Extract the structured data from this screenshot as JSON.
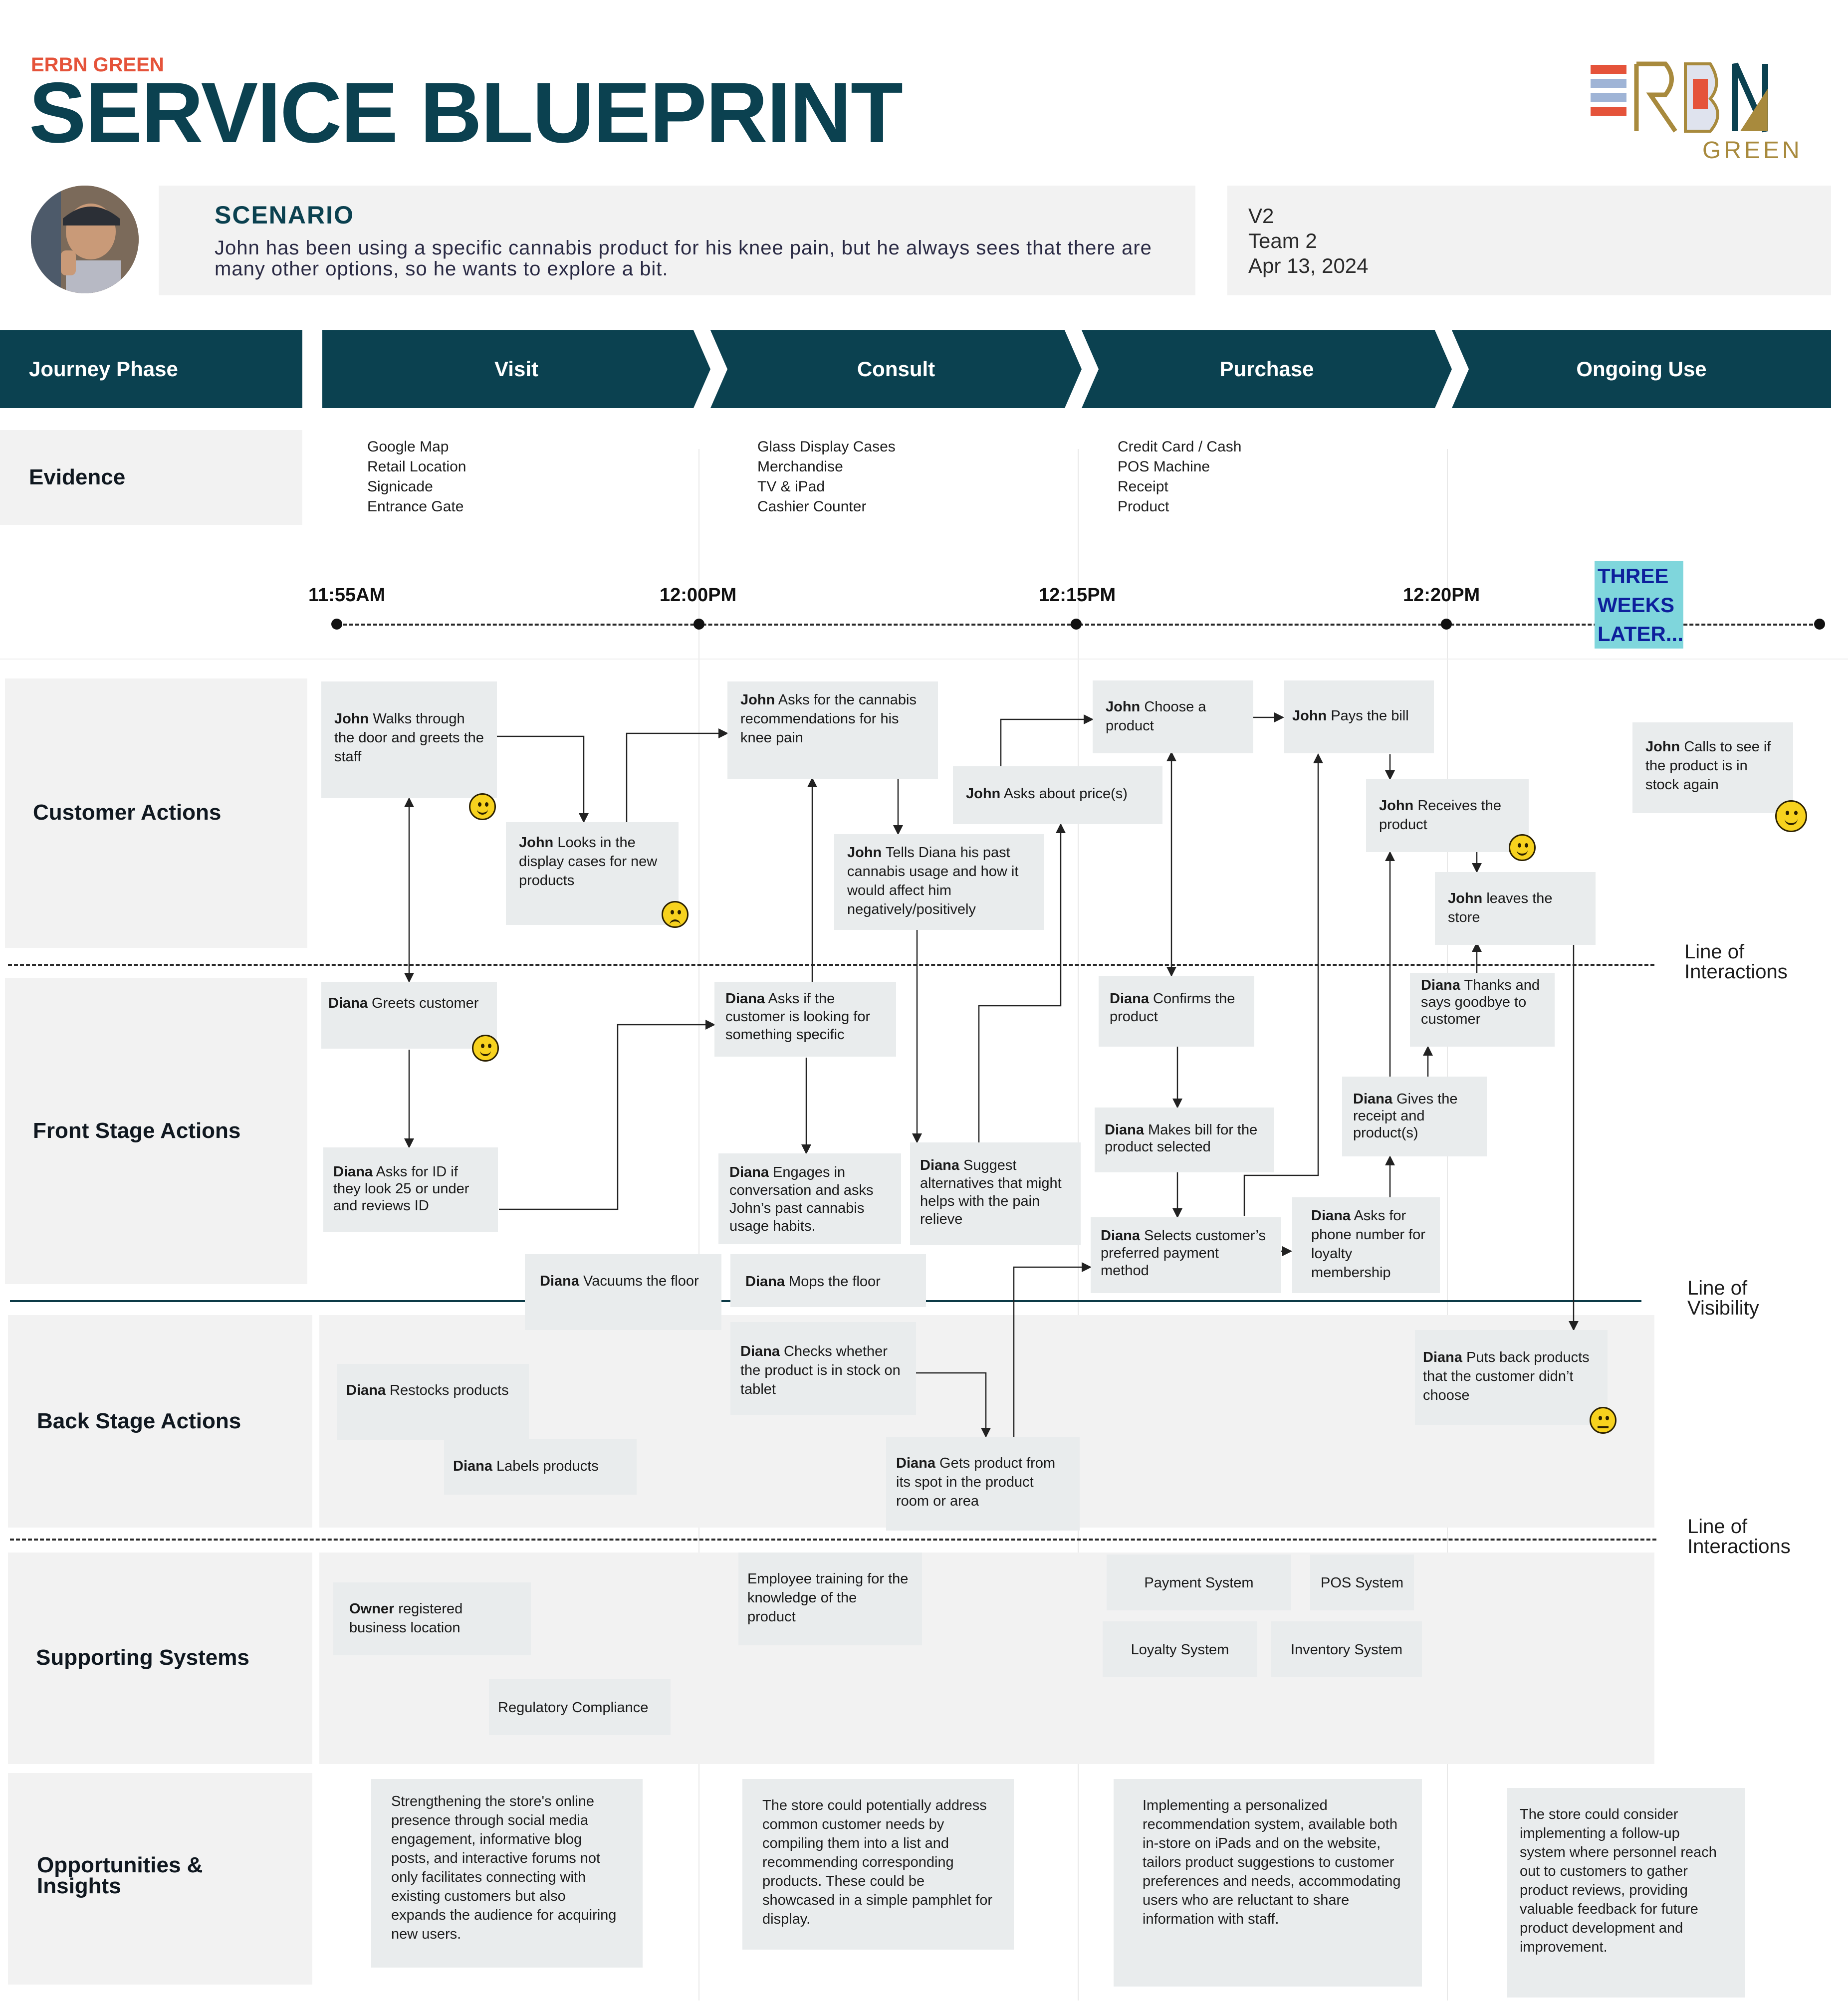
{
  "header": {
    "brand": "ERBN GREEN",
    "title": "SERVICE BLUEPRINT",
    "logo_text": "ERBN",
    "logo_sub": "GREEN"
  },
  "scenario": {
    "heading": "SCENARIO",
    "text": "John has been using a specific cannabis product for his knee pain, but he always sees that there are many other options, so he wants to explore a bit."
  },
  "meta": {
    "version": "V2",
    "team": "Team 2",
    "date": "Apr 13, 2024"
  },
  "phases": {
    "label": "Journey Phase",
    "visit": "Visit",
    "consult": "Consult",
    "purchase": "Purchase",
    "ongoing": "Ongoing Use"
  },
  "evidence": {
    "label": "Evidence",
    "visit": "Google Map\nRetail Location\nSignicade\nEntrance Gate",
    "consult": "Glass Display Cases\nMerchandise\nTV & iPad\nCashier Counter",
    "purchase": "Credit Card / Cash\nPOS Machine\nReceipt\nProduct"
  },
  "timeline": {
    "t1": "11:55AM",
    "t2": "12:00PM",
    "t3": "12:15PM",
    "t4": "12:20PM",
    "sticker": "THREE WEEKS LATER..."
  },
  "rows": {
    "customer": "Customer Actions",
    "front": "Front Stage Actions",
    "back": "Back Stage Actions",
    "support": "Supporting Systems",
    "opps": "Opportunities & Insights"
  },
  "lines": {
    "interactions": "Line of Interactions",
    "visibility": "Line of Visibility",
    "internal": "Line of Interactions"
  },
  "customer_actions": {
    "walks_actor": "John",
    "walks": " Walks through the door and greets the staff",
    "looks_actor": "John",
    "looks": " Looks in the display cases for new products",
    "asks_rec_actor": "John",
    "asks_rec": " Asks for the cannabis recommendations for his knee pain",
    "tells_actor": "John",
    "tells": " Tells Diana his past cannabis usage and how it would affect him negatively/positively",
    "price_actor": "John",
    "price": " Asks about price(s)",
    "choose_actor": "John",
    "choose": " Choose a product",
    "pays_actor": "John",
    "pays": " Pays the bill",
    "receives_actor": "John",
    "receives": " Receives the product",
    "leaves_actor": "John",
    "leaves": " leaves the store",
    "calls_actor": "John",
    "calls": " Calls to see if the product is in stock again"
  },
  "front_actions": {
    "greets_actor": "Diana",
    "greets": " Greets customer",
    "id_actor": "Diana",
    "id": " Asks for ID if they look 25 or under and reviews ID",
    "looking_actor": "Diana",
    "looking": " Asks if the customer is looking for something specific",
    "engages_actor": "Diana",
    "engages": " Engages in conversation and asks John’s past cannabis usage habits.",
    "suggest_actor": "Diana",
    "suggest": " Suggest alternatives that might helps with the pain relieve",
    "confirms_actor": "Diana",
    "confirms": " Confirms the product",
    "bill_actor": "Diana",
    "bill": " Makes bill for the product selected",
    "payment_actor": "Diana",
    "payment": " Selects customer’s preferred payment method",
    "phone_actor": "Diana",
    "phone": " Asks for phone number for loyalty membership",
    "receipt_actor": "Diana",
    "receipt": " Gives the receipt and product(s)",
    "thanks_actor": "Diana",
    "thanks": " Thanks and says goodbye to customer",
    "vacuum_actor": "Diana",
    "vacuum": " Vacuums the floor",
    "mops_actor": "Diana",
    "mops": " Mops the floor"
  },
  "back_actions": {
    "restocks_actor": "Diana",
    "restocks": " Restocks products",
    "labels_actor": "Diana",
    "labels": " Labels products",
    "checks_actor": "Diana",
    "checks": " Checks whether the product is in stock on tablet",
    "gets_actor": "Diana",
    "gets": " Gets product from its spot in the product room or area",
    "putsback_actor": "Diana",
    "putsback": " Puts back products that the customer didn’t choose"
  },
  "support": {
    "owner_actor": "Owner",
    "owner": " registered business location",
    "regulatory": "Regulatory Compliance",
    "training": "Employee training for the knowledge of the product",
    "payment": "Payment System",
    "pos": "POS System",
    "loyalty": "Loyalty System",
    "inventory": "Inventory System"
  },
  "opportunities": {
    "o1": "Strengthening the store's online presence through social media engagement, informative blog posts, and interactive forums not only facilitates connecting with existing customers but also expands the audience for acquiring new users.",
    "o2": "The store could potentially address common customer needs by compiling them into a list and recommending corresponding products. These could be showcased in a simple pamphlet for display.",
    "o3": "Implementing a personalized recommendation system, available both in-store on iPads and on the website, tailors product suggestions to customer preferences and needs, accommodating users who are reluctant to share information with staff.",
    "o4": "The store could consider implementing a follow-up system where personnel reach out to customers to gather product reviews, providing valuable feedback for future product development and improvement."
  },
  "colors": {
    "brand_red": "#e5533a",
    "teal": "#0b4150",
    "panel": "#f2f2f2",
    "card": "#e9eced",
    "emoji": "#f7d21e"
  }
}
